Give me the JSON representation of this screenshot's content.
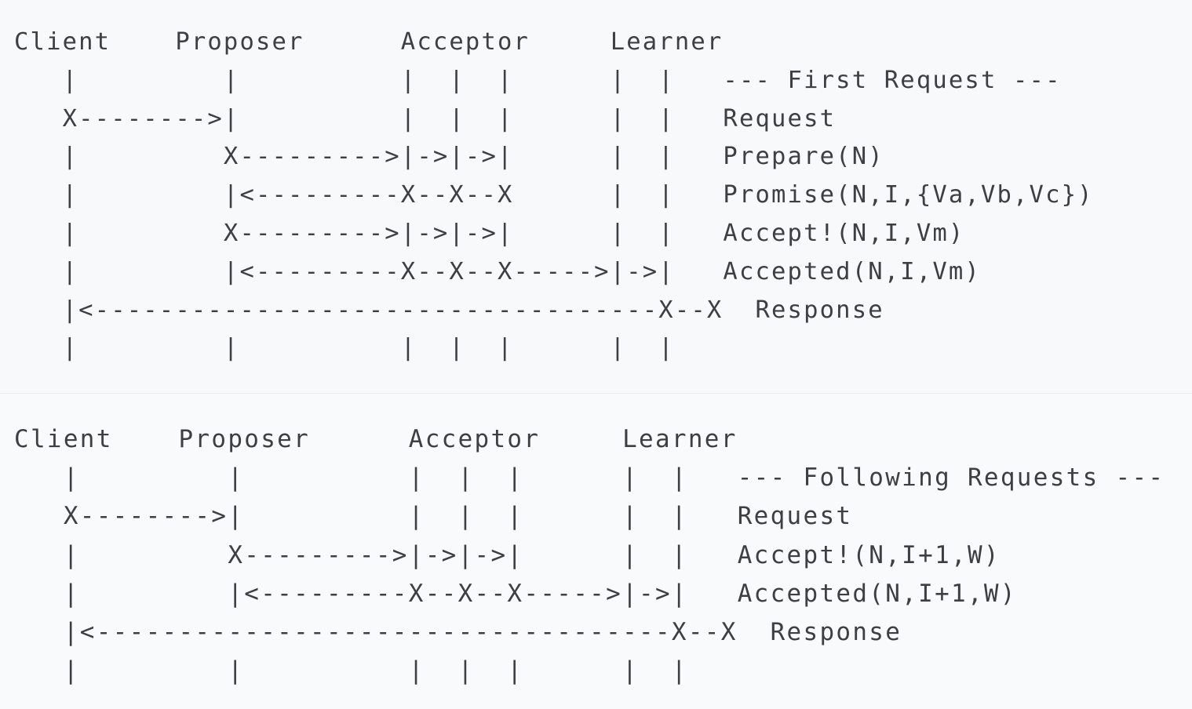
{
  "diagram": {
    "kind": "ascii-sequence-diagram",
    "subject": "Paxos message flow",
    "text_color": "#3c4043",
    "panel_backgrounds": [
      "#f7f9fa",
      "#f8fafb"
    ],
    "divider_color": "#eceff2",
    "participants": [
      "Client",
      "Proposer",
      "Acceptor",
      "Learner"
    ]
  },
  "panels": [
    {
      "id": "first-request",
      "section_label": "--- First Request ---",
      "headers": {
        "client": "Client",
        "proposer": "Proposer",
        "acceptor": "Acceptor",
        "learner": "Learner"
      },
      "header_line": "Client    Proposer      Acceptor     Learner",
      "messages": [
        "Request",
        "Prepare(N)",
        "Promise(N,I,{Va,Vb,Vc})",
        "Accept!(N,I,Vm)",
        "Accepted(N,I,Vm)",
        "Response"
      ],
      "lines": [
        "Client    Proposer      Acceptor     Learner",
        "   |         |          |  |  |      |  |   --- First Request ---",
        "   X-------->|          |  |  |      |  |   Request",
        "   |         X--------->|->|->|      |  |   Prepare(N)",
        "   |         |<---------X--X--X      |  |   Promise(N,I,{Va,Vb,Vc})",
        "   |         X--------->|->|->|      |  |   Accept!(N,I,Vm)",
        "   |         |<---------X--X--X----->|->|   Accepted(N,I,Vm)",
        "   |<-----------------------------------X--X  Response",
        "   |         |          |  |  |      |  |"
      ]
    },
    {
      "id": "following-requests",
      "section_label": "--- Following Requests ---",
      "headers": {
        "client": "Client",
        "proposer": "Proposer",
        "acceptor": "Acceptor",
        "learner": "Learner"
      },
      "header_line": "Client    Proposer      Acceptor     Learner",
      "messages": [
        "Request",
        "Accept!(N,I+1,W)",
        "Accepted(N,I+1,W)",
        "Response"
      ],
      "lines": [
        "Client    Proposer      Acceptor     Learner",
        "   |         |          |  |  |      |  |   --- Following Requests ---",
        "   X-------->|          |  |  |      |  |   Request",
        "   |         X--------->|->|->|      |  |   Accept!(N,I+1,W)",
        "   |         |<---------X--X--X----->|->|   Accepted(N,I+1,W)",
        "   |<-----------------------------------X--X  Response",
        "   |         |          |  |  |      |  |"
      ]
    }
  ]
}
